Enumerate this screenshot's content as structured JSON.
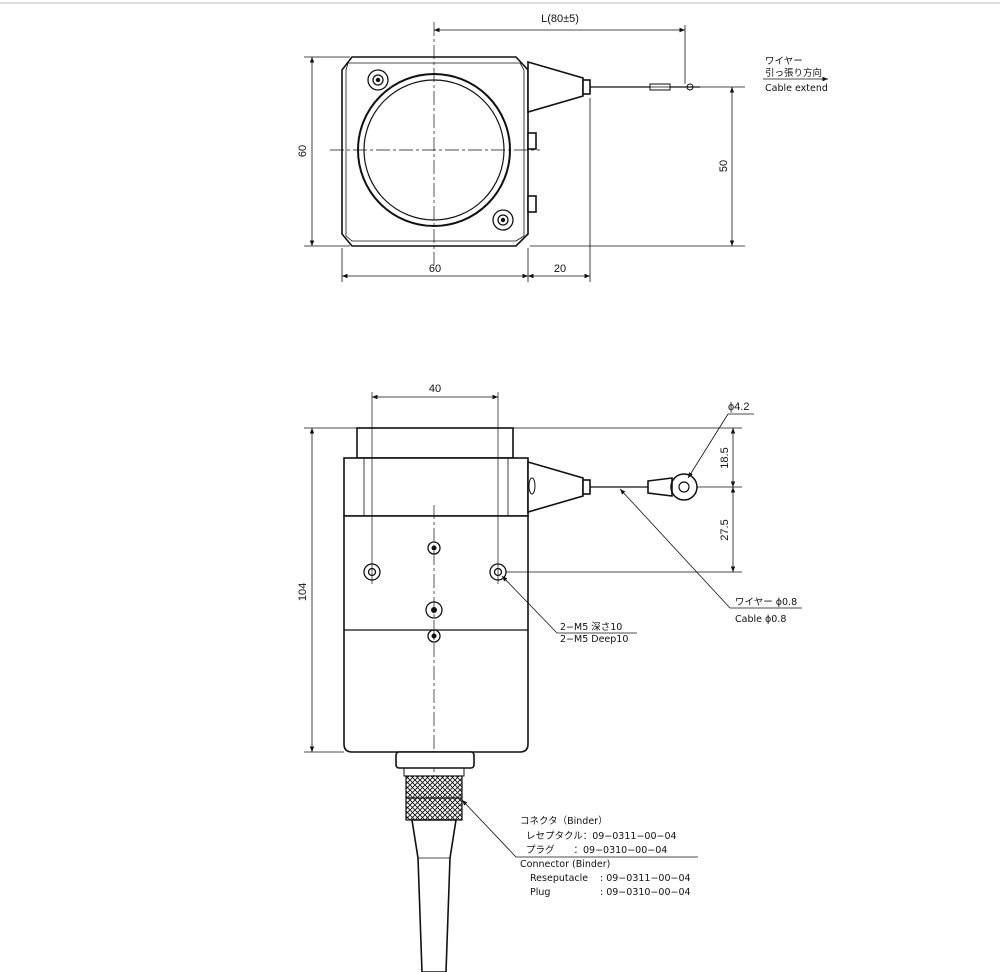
{
  "top_view": {
    "dim_cable_length": "L(80±5)",
    "dim_height": "60",
    "dim_width": "60",
    "dim_cable_offset_height": "50",
    "dim_nose_length": "20",
    "note_cable_dir_jp_line1": "ワイヤー",
    "note_cable_dir_jp_line2": "引っ張り方向",
    "note_cable_dir_en": "Cable extend"
  },
  "front_view": {
    "dim_hole_spacing": "40",
    "dim_total_height": "104",
    "dim_ring_diameter": "ϕ4.2",
    "dim_ring_offset": "18.5",
    "dim_hole_offset": "27.5",
    "note_cable_jp": "ワイヤー ϕ0.8",
    "note_cable_en": "Cable ϕ0.8",
    "note_screw_jp": "2−M5 深さ10",
    "note_screw_en": "2−M5 Deep10",
    "connector_jp_title": "コネクタ（Binder）",
    "connector_jp_receptacle": "レセプタクル：09−0311−00−04",
    "connector_jp_plug": "プラグ　　：09−0310−00−04",
    "connector_en_title": "Connector (Binder)",
    "connector_en_receptacle_label": "Reseputacle",
    "connector_en_receptacle_value": ": 09−0311−00−04",
    "connector_en_plug_label": "Plug",
    "connector_en_plug_value": ": 09−0310−00−04"
  }
}
